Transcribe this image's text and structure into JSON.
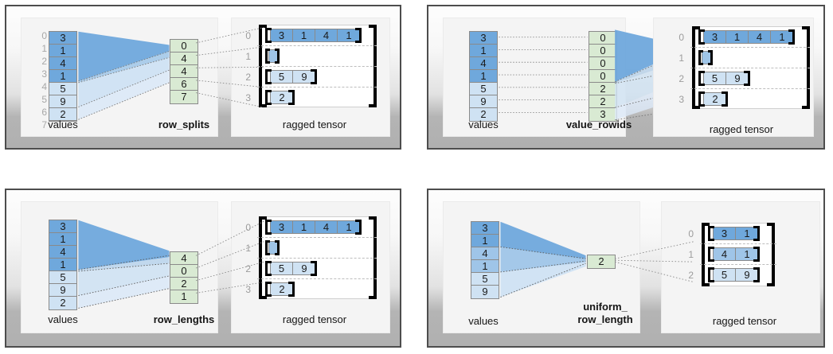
{
  "colors": {
    "dark_blue": "#6fa8dc",
    "mid_blue": "#9fc5e8",
    "light_blue": "#cfe2f3",
    "green": "#d9ead3",
    "panel_border": "#4d4d4d",
    "index_text": "#a8a8a8",
    "bracket": "#000000"
  },
  "labels": {
    "values": "values",
    "ragged_tensor": "ragged tensor",
    "row_splits": "row_splits",
    "value_rowids": "value_rowids",
    "row_lengths": "row_lengths",
    "uniform_row_length_line1": "uniform_",
    "uniform_row_length_line2": "row_length"
  },
  "panels": [
    {
      "id": "row-splits",
      "encoding": "row_splits",
      "values": [
        "3",
        "1",
        "4",
        "1",
        "5",
        "9",
        "2"
      ],
      "value_shades": [
        "dark",
        "dark",
        "dark",
        "dark",
        "light",
        "light",
        "light"
      ],
      "value_ticks": [
        "0",
        "1",
        "2",
        "3",
        "4",
        "5",
        "6",
        "7"
      ],
      "partition": [
        "0",
        "4",
        "4",
        "6",
        "7"
      ],
      "ragged_rows": [
        {
          "index": "0",
          "cells": [
            "3",
            "1",
            "4",
            "1"
          ],
          "shade": "dark"
        },
        {
          "index": "1",
          "cells": [],
          "shade": "mid"
        },
        {
          "index": "2",
          "cells": [
            "5",
            "9"
          ],
          "shade": "light"
        },
        {
          "index": "3",
          "cells": [
            "2"
          ],
          "shade": "light"
        }
      ]
    },
    {
      "id": "value-rowids",
      "encoding": "value_rowids",
      "values": [
        "3",
        "1",
        "4",
        "1",
        "5",
        "9",
        "2"
      ],
      "value_shades": [
        "dark",
        "dark",
        "dark",
        "dark",
        "light",
        "light",
        "light"
      ],
      "value_ticks": [],
      "partition": [
        "0",
        "0",
        "0",
        "0",
        "2",
        "2",
        "3"
      ],
      "ragged_rows": [
        {
          "index": "0",
          "cells": [
            "3",
            "1",
            "4",
            "1"
          ],
          "shade": "dark"
        },
        {
          "index": "1",
          "cells": [],
          "shade": "mid"
        },
        {
          "index": "2",
          "cells": [
            "5",
            "9"
          ],
          "shade": "light"
        },
        {
          "index": "3",
          "cells": [
            "2"
          ],
          "shade": "light"
        }
      ]
    },
    {
      "id": "row-lengths",
      "encoding": "row_lengths",
      "values": [
        "3",
        "1",
        "4",
        "1",
        "5",
        "9",
        "2"
      ],
      "value_shades": [
        "dark",
        "dark",
        "dark",
        "dark",
        "light",
        "light",
        "light"
      ],
      "value_ticks": [],
      "partition": [
        "4",
        "0",
        "2",
        "1"
      ],
      "ragged_rows": [
        {
          "index": "0",
          "cells": [
            "3",
            "1",
            "4",
            "1"
          ],
          "shade": "dark"
        },
        {
          "index": "1",
          "cells": [],
          "shade": "mid"
        },
        {
          "index": "2",
          "cells": [
            "5",
            "9"
          ],
          "shade": "light"
        },
        {
          "index": "3",
          "cells": [
            "2"
          ],
          "shade": "light"
        }
      ]
    },
    {
      "id": "uniform-row-length",
      "encoding": "uniform_row_length",
      "values": [
        "3",
        "1",
        "4",
        "1",
        "5",
        "9"
      ],
      "value_shades": [
        "dark",
        "dark",
        "mid",
        "mid",
        "light",
        "light"
      ],
      "value_ticks": [],
      "partition": [
        "2"
      ],
      "ragged_rows": [
        {
          "index": "0",
          "cells": [
            "3",
            "1"
          ],
          "shade": "dark"
        },
        {
          "index": "1",
          "cells": [
            "4",
            "1"
          ],
          "shade": "mid"
        },
        {
          "index": "2",
          "cells": [
            "5",
            "9"
          ],
          "shade": "light"
        }
      ]
    }
  ]
}
